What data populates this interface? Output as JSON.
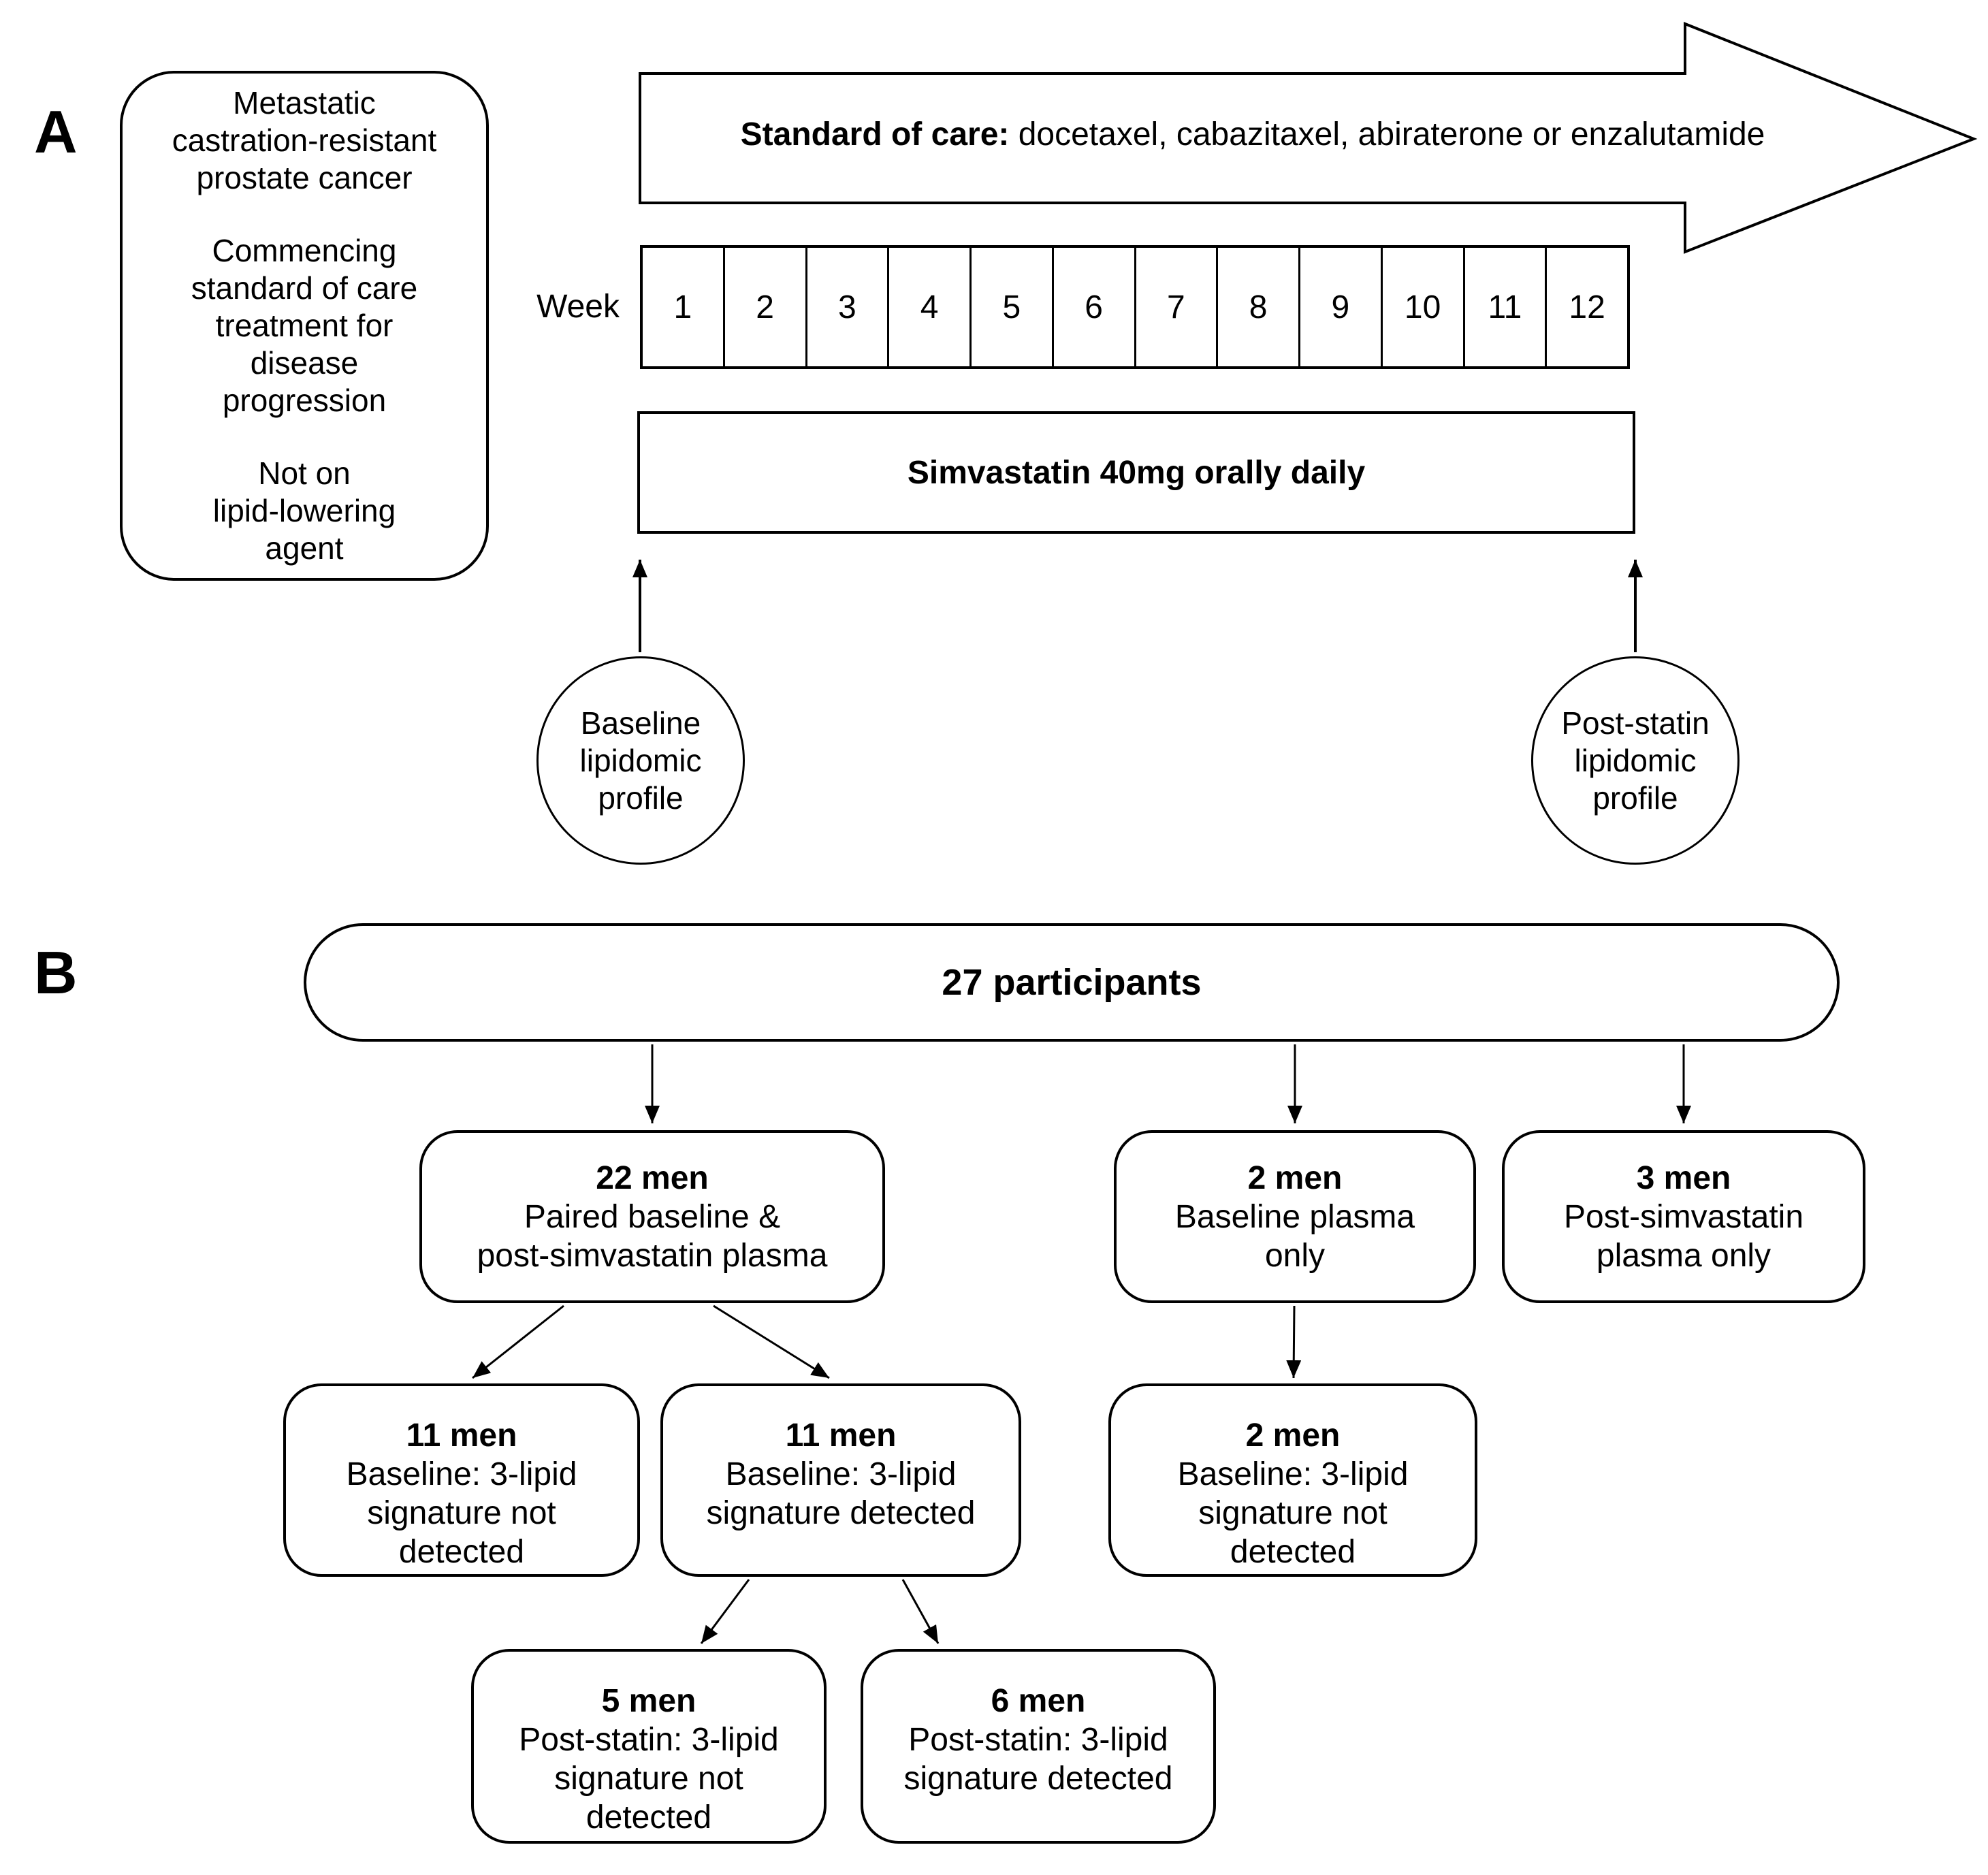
{
  "colors": {
    "ink": "#000000",
    "background": "#ffffff"
  },
  "panelA": {
    "label": "A",
    "eligibility": {
      "para1": [
        "Metastatic",
        "castration-resistant",
        "prostate cancer"
      ],
      "para2": [
        "Commencing",
        "standard of care",
        "treatment for",
        "disease",
        "progression"
      ],
      "para3": [
        "Not on",
        "lipid-lowering",
        "agent"
      ]
    },
    "soc_arrow": {
      "bold": "Standard of care:",
      "rest": " docetaxel, cabazitaxel, abiraterone or enzalutamide"
    },
    "week_label": "Week",
    "weeks": [
      "1",
      "2",
      "3",
      "4",
      "5",
      "6",
      "7",
      "8",
      "9",
      "10",
      "11",
      "12"
    ],
    "simvastatin": "Simvastatin 40mg orally daily",
    "baseline_circle": [
      "Baseline",
      "lipidomic",
      "profile"
    ],
    "poststatin_circle": [
      "Post-statin",
      "lipidomic",
      "profile"
    ]
  },
  "panelB": {
    "label": "B",
    "root": "27 participants",
    "row2": [
      {
        "count": "22 men",
        "lines": [
          "Paired baseline &",
          "post-simvastatin plasma"
        ]
      },
      {
        "count": "2 men",
        "lines": [
          "Baseline plasma",
          "only"
        ]
      },
      {
        "count": "3 men",
        "lines": [
          "Post-simvastatin",
          "plasma only"
        ]
      }
    ],
    "row3": [
      {
        "count": "11 men",
        "lines": [
          "Baseline: 3-lipid",
          "signature not",
          "detected"
        ]
      },
      {
        "count": "11 men",
        "lines": [
          "Baseline: 3-lipid",
          "signature detected"
        ]
      },
      {
        "count": "2 men",
        "lines": [
          "Baseline: 3-lipid",
          "signature not",
          "detected"
        ]
      }
    ],
    "row4": [
      {
        "count": "5 men",
        "lines": [
          "Post-statin: 3-lipid",
          "signature not",
          "detected"
        ]
      },
      {
        "count": "6 men",
        "lines": [
          "Post-statin: 3-lipid",
          "signature detected"
        ]
      }
    ]
  }
}
